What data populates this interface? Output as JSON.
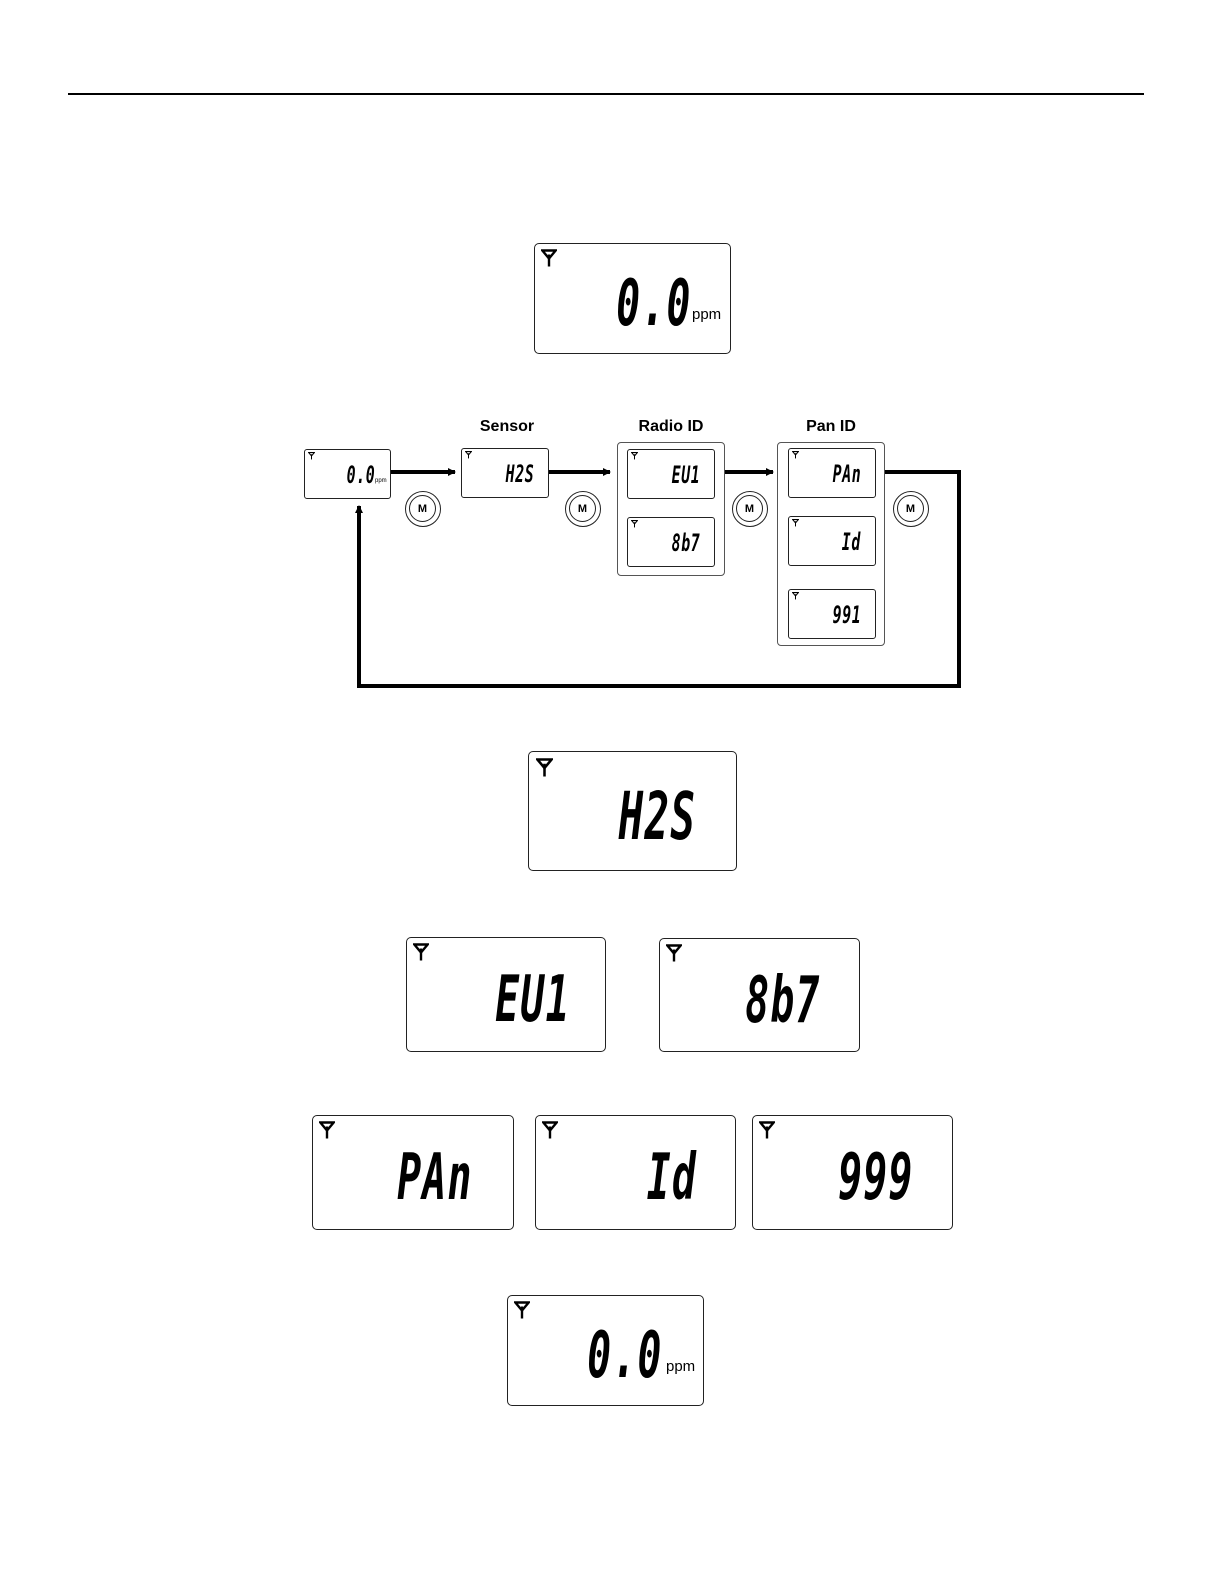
{
  "flow": {
    "labels": {
      "sensor": "Sensor",
      "radio_id": "Radio ID",
      "pan_id": "Pan ID"
    },
    "button_label": "M",
    "mini_displays": {
      "home": {
        "value": "0.0",
        "unit": "ppm"
      },
      "sensor": {
        "value": "H2S"
      },
      "radio_1": {
        "value": "EU1"
      },
      "radio_2": {
        "value": "8b7"
      },
      "pan_1": {
        "value": "PAn"
      },
      "pan_2": {
        "value": "Id"
      },
      "pan_3": {
        "value": "991"
      }
    }
  },
  "displays": {
    "top_reading": {
      "value": "0.0",
      "unit": "ppm"
    },
    "sensor": {
      "value": "H2S"
    },
    "radio_1": {
      "value": "EU1"
    },
    "radio_2": {
      "value": "8b7"
    },
    "pan_1": {
      "value": "PAn"
    },
    "pan_2": {
      "value": "Id"
    },
    "pan_3": {
      "value": "999"
    },
    "bottom_reading": {
      "value": "0.0",
      "unit": "ppm"
    }
  },
  "icons": {
    "signal": "antenna-signal-icon",
    "button": "mode-button-icon"
  }
}
